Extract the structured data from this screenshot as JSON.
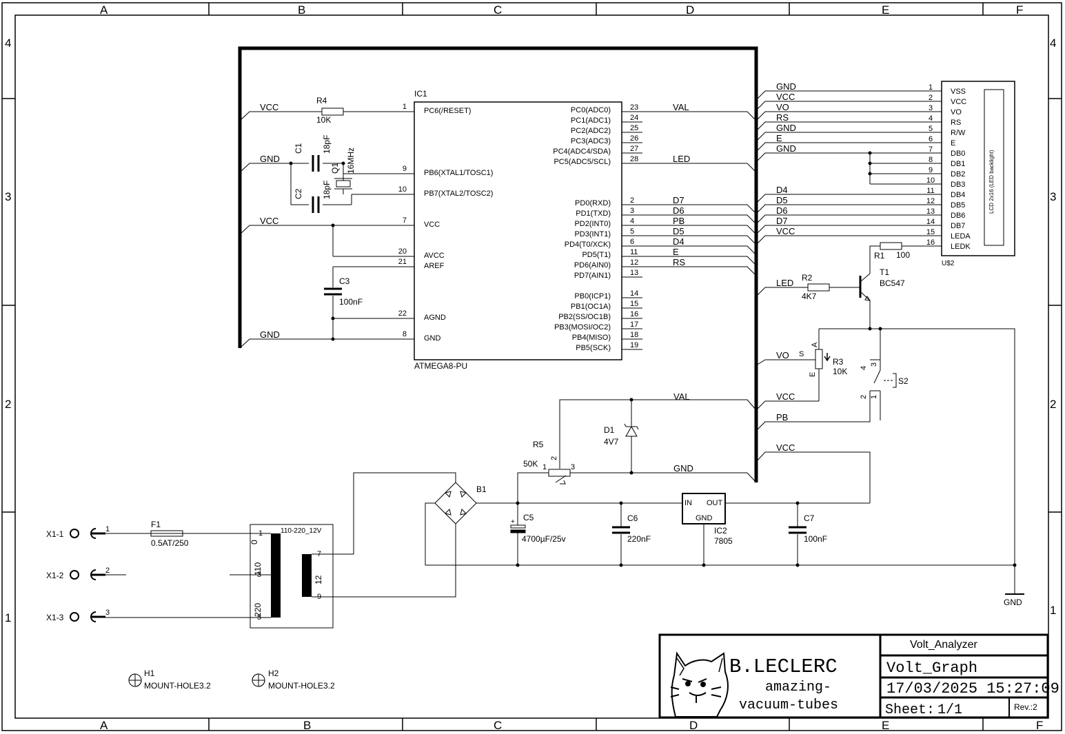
{
  "frame": {
    "cols": [
      "A",
      "B",
      "C",
      "D",
      "E",
      "F"
    ],
    "rows": [
      "4",
      "3",
      "2",
      "1"
    ]
  },
  "mcu": {
    "name": "IC1",
    "value": "ATMEGA8-PU",
    "left_pins": [
      {
        "num": "1",
        "name": "PC6(/RESET)"
      },
      {
        "num": "9",
        "name": "PB6(XTAL1/TOSC1)"
      },
      {
        "num": "10",
        "name": "PB7(XTAL2/TOSC2)"
      },
      {
        "num": "7",
        "name": "VCC"
      },
      {
        "num": "20",
        "name": "AVCC"
      },
      {
        "num": "21",
        "name": "AREF"
      },
      {
        "num": "22",
        "name": "AGND"
      },
      {
        "num": "8",
        "name": "GND"
      }
    ],
    "right_pins": [
      {
        "num": "23",
        "name": "PC0(ADC0)"
      },
      {
        "num": "24",
        "name": "PC1(ADC1)"
      },
      {
        "num": "25",
        "name": "PC2(ADC2)"
      },
      {
        "num": "26",
        "name": "PC3(ADC3)"
      },
      {
        "num": "27",
        "name": "PC4(ADC4/SDA)"
      },
      {
        "num": "28",
        "name": "PC5(ADC5/SCL)"
      },
      {
        "num": "2",
        "name": "PD0(RXD)"
      },
      {
        "num": "3",
        "name": "PD1(TXD)"
      },
      {
        "num": "4",
        "name": "PD2(INT0)"
      },
      {
        "num": "5",
        "name": "PD3(INT1)"
      },
      {
        "num": "6",
        "name": "PD4(T0/XCK)"
      },
      {
        "num": "11",
        "name": "PD5(T1)"
      },
      {
        "num": "12",
        "name": "PD6(AIN0)"
      },
      {
        "num": "13",
        "name": "PD7(AIN1)"
      },
      {
        "num": "14",
        "name": "PB0(ICP1)"
      },
      {
        "num": "15",
        "name": "PB1(OC1A)"
      },
      {
        "num": "16",
        "name": "PB2(SS/OC1B)"
      },
      {
        "num": "17",
        "name": "PB3(MOSI/OC2)"
      },
      {
        "num": "18",
        "name": "PB4(MISO)"
      },
      {
        "num": "19",
        "name": "PB5(SCK)"
      }
    ],
    "right_nets": [
      "VAL",
      "",
      "",
      "",
      "",
      "LED",
      "D7",
      "D6",
      "PB",
      "D5",
      "D4",
      "E",
      "RS",
      "",
      "",
      "",
      "",
      "",
      "",
      ""
    ]
  },
  "left_nets": [
    "VCC",
    "GND",
    "VCC",
    "GND"
  ],
  "lcd": {
    "name": "U$2",
    "desc": "LCD 2x16 (LED backlight)",
    "pins": [
      {
        "num": "1",
        "name": "VSS",
        "net": "GND"
      },
      {
        "num": "2",
        "name": "VCC",
        "net": "VCC"
      },
      {
        "num": "3",
        "name": "VO",
        "net": "VO"
      },
      {
        "num": "4",
        "name": "RS",
        "net": "RS"
      },
      {
        "num": "5",
        "name": "R/W",
        "net": "GND"
      },
      {
        "num": "6",
        "name": "E",
        "net": "E"
      },
      {
        "num": "7",
        "name": "DB0",
        "net": "GND"
      },
      {
        "num": "8",
        "name": "DB1",
        "net": ""
      },
      {
        "num": "9",
        "name": "DB2",
        "net": ""
      },
      {
        "num": "10",
        "name": "DB3",
        "net": ""
      },
      {
        "num": "11",
        "name": "DB4",
        "net": "D4"
      },
      {
        "num": "12",
        "name": "DB5",
        "net": "D5"
      },
      {
        "num": "13",
        "name": "DB6",
        "net": "D6"
      },
      {
        "num": "14",
        "name": "DB7",
        "net": "D7"
      },
      {
        "num": "15",
        "name": "LEDA",
        "net": "VCC"
      },
      {
        "num": "16",
        "name": "LEDK",
        "net": ""
      }
    ]
  },
  "parts": {
    "r4": {
      "name": "R4",
      "value": "10K"
    },
    "c1": {
      "name": "C1",
      "value": "18pF"
    },
    "c2": {
      "name": "C2",
      "value": "18pF"
    },
    "q1": {
      "name": "Q1",
      "value": "16MHz"
    },
    "c3": {
      "name": "C3",
      "value": "100nF"
    },
    "r1": {
      "name": "R1",
      "value": "100"
    },
    "t1": {
      "name": "T1",
      "value": "BC547"
    },
    "r2": {
      "name": "R2",
      "value": "4K7"
    },
    "r3": {
      "name": "R3",
      "value": "10K",
      "pin_a": "A",
      "pin_s": "S",
      "pin_e": "E"
    },
    "s2": {
      "name": "S2",
      "p1": "4",
      "p2": "3",
      "p3": "2",
      "p4": "1"
    },
    "d1": {
      "name": "D1",
      "value": "4V7"
    },
    "r5": {
      "name": "R5",
      "value": "50K",
      "p1": "1",
      "p2": "2",
      "p3": "3"
    },
    "b1": {
      "name": "B1"
    },
    "c5": {
      "name": "C5",
      "value": "4700µF/25v",
      "plus": "+"
    },
    "c6": {
      "name": "C6",
      "value": "220nF"
    },
    "ic2": {
      "name": "IC2",
      "value": "7805",
      "in": "IN",
      "out": "OUT",
      "gnd": "GND"
    },
    "c7": {
      "name": "C7",
      "value": "100nF"
    },
    "f1": {
      "name": "F1",
      "value": "0.5AT/250"
    },
    "tr": {
      "value": "110-220_12V",
      "p1": "1",
      "p3": "3",
      "p5": "5",
      "p7": "7",
      "p9": "9",
      "t0": "0",
      "t110": "110",
      "t220": "220",
      "t12": "12"
    },
    "x1": [
      {
        "name": "X1-1",
        "pin": "1"
      },
      {
        "name": "X1-2",
        "pin": "2"
      },
      {
        "name": "X1-3",
        "pin": "3"
      }
    ],
    "h1": {
      "name": "H1",
      "value": "MOUNT-HOLE3.2"
    },
    "h2": {
      "name": "H2",
      "value": "MOUNT-HOLE3.2"
    },
    "gnd_sym": "GND"
  },
  "nets_misc": {
    "vo": "VO",
    "vcc_r3": "VCC",
    "pb": "PB",
    "vcc_reg": "VCC",
    "val": "VAL",
    "gnd": "GND",
    "led": "LED"
  },
  "titleblock": {
    "project": "Volt_Analyzer",
    "author": "B.LECLERC",
    "tagline1": "amazing-",
    "tagline2": "vacuum-tubes",
    "sheet_title": "Volt_Graph",
    "datetime": "17/03/2025 15:27:09",
    "sheet_label": "Sheet:",
    "sheet": "1/1",
    "rev": "Rev.:2"
  }
}
